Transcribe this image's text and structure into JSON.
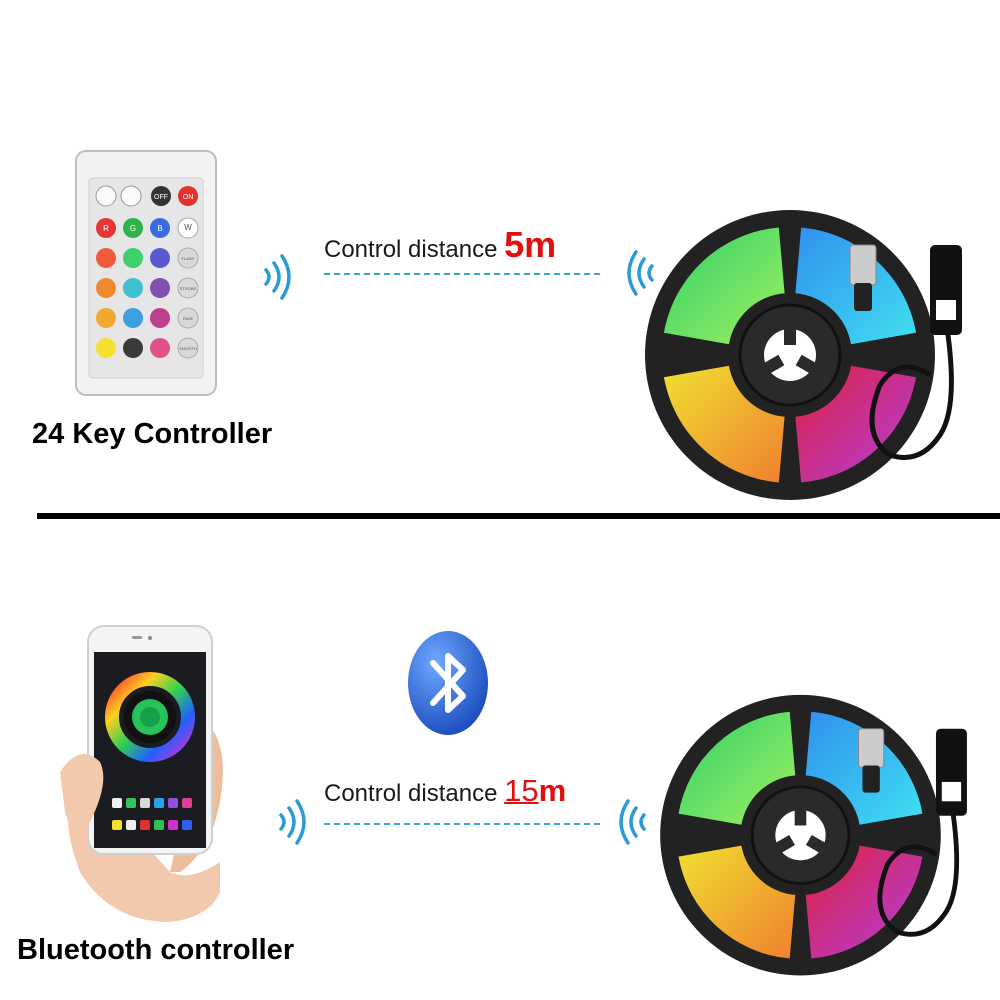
{
  "top_section": {
    "caption": "24 Key Controller",
    "distance_label": "Control distance ",
    "distance_value": "5m",
    "remote": {
      "buttons_row1": [
        "",
        "",
        "OFF",
        "ON"
      ],
      "letter_buttons": [
        "R",
        "G",
        "B",
        "W"
      ],
      "side_buttons": [
        "FLASH",
        "STROBE",
        "FADE",
        "SMOOTH"
      ]
    }
  },
  "bottom_section": {
    "caption": "Bluetooth controller",
    "distance_label": "Control distance ",
    "distance_value": "15",
    "distance_unit": "m"
  },
  "colors": {
    "accent_red": "#e01010",
    "wave_blue": "#2a9ad8",
    "bluetooth_blue": "#1f5fd0",
    "divider": "#000000"
  },
  "icons": [
    "wireless-signal-icon",
    "bluetooth-icon"
  ]
}
